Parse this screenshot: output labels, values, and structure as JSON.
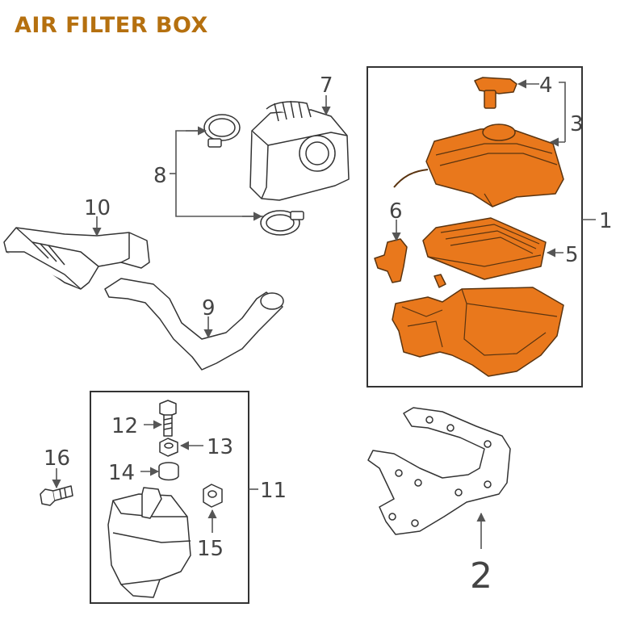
{
  "title": "AIR FILTER BOX",
  "colors": {
    "title": "#b5700f",
    "part_fill": "#e9781c",
    "part_stroke": "#5a3410",
    "line": "#555555",
    "label": "#444444"
  },
  "callouts": {
    "c1": "1",
    "c2": "2",
    "c3": "3",
    "c4": "4",
    "c5": "5",
    "c6": "6",
    "c7": "7",
    "c8": "8",
    "c9": "9",
    "c10": "10",
    "c11": "11",
    "c12": "12",
    "c13": "13",
    "c14": "14",
    "c15": "15",
    "c16": "16"
  },
  "parts": [
    {
      "key": "c1",
      "name": "air filter box assembly",
      "highlighted": true
    },
    {
      "key": "c2",
      "name": "mounting bracket",
      "highlighted": false
    },
    {
      "key": "c3",
      "name": "upper housing cover",
      "highlighted": true
    },
    {
      "key": "c4",
      "name": "mass air flow sensor",
      "highlighted": true
    },
    {
      "key": "c5",
      "name": "filter element",
      "highlighted": true
    },
    {
      "key": "c6",
      "name": "sensor",
      "highlighted": true
    },
    {
      "key": "c7",
      "name": "resonator",
      "highlighted": false
    },
    {
      "key": "c8",
      "name": "hose clamps",
      "highlighted": false
    },
    {
      "key": "c9",
      "name": "intake hose",
      "highlighted": false
    },
    {
      "key": "c10",
      "name": "inlet duct",
      "highlighted": false
    },
    {
      "key": "c11",
      "name": "resonator kit",
      "highlighted": false
    },
    {
      "key": "c12",
      "name": "bolt",
      "highlighted": false
    },
    {
      "key": "c13",
      "name": "nut",
      "highlighted": false
    },
    {
      "key": "c14",
      "name": "grommet",
      "highlighted": false
    },
    {
      "key": "c15",
      "name": "nut",
      "highlighted": false
    },
    {
      "key": "c16",
      "name": "bolt",
      "highlighted": false
    }
  ]
}
